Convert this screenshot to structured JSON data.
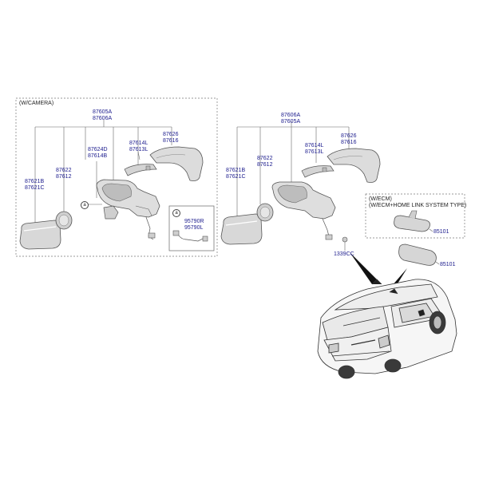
{
  "boxes": {
    "camera_title": "(W/CAMERA)",
    "ecm_title_1": "(W/ECM)",
    "ecm_title_2": "(W/ECM+HOME LINK SYSTEM TYPE)",
    "detail_ref": "a"
  },
  "left_group": {
    "assembly": [
      "87605A",
      "87606A"
    ],
    "glass": [
      "87621B",
      "87621C"
    ],
    "small_cover": [
      "87622",
      "87612"
    ],
    "motor": [
      "87624D",
      "87614B"
    ],
    "lamp": [
      "87614L",
      "87613L"
    ],
    "scalp": [
      "87626",
      "87616"
    ],
    "camera": [
      "95790R",
      "95790L"
    ],
    "callout": "a"
  },
  "right_group": {
    "assembly": [
      "87606A",
      "87605A"
    ],
    "glass": [
      "87621B",
      "87621C"
    ],
    "small_cover": [
      "87622",
      "87612"
    ],
    "lamp": [
      "87614L",
      "87613L"
    ],
    "scalp": [
      "87626",
      "87616"
    ],
    "screw": "1339CC"
  },
  "inside_mirror": {
    "ecm_part": "85101",
    "standard_part": "85101"
  },
  "colors": {
    "label_blue": "#1a1a8c",
    "line_gray": "#555555",
    "part_gray": "#d9d9d9"
  }
}
